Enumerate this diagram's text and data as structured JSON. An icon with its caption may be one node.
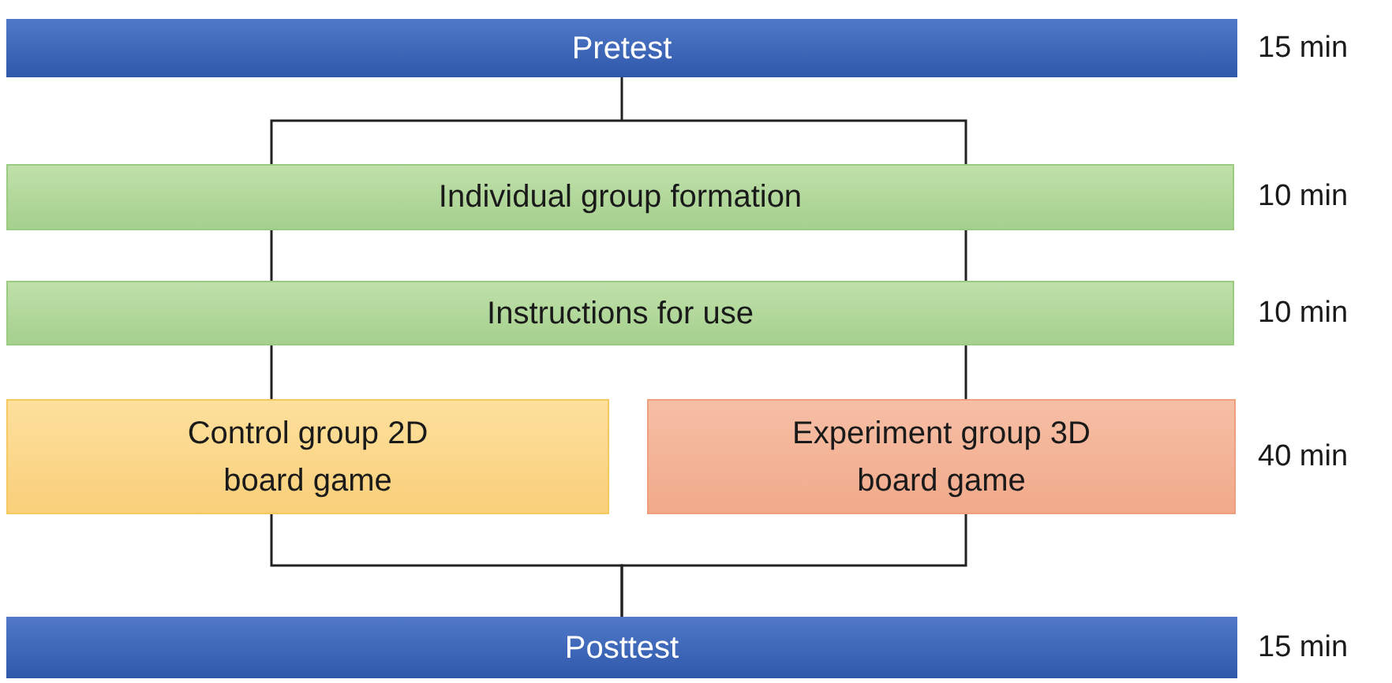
{
  "diagram": {
    "nodes": [
      {
        "text": [
          "Pretest"
        ],
        "beside": [
          "15 min"
        ]
      },
      {
        "text": [
          "Individual group formation"
        ],
        "beside": [
          "10 min"
        ]
      },
      {
        "text": [
          "Instructions for use"
        ],
        "beside": [
          "10 min"
        ]
      },
      {
        "text": [
          "Control group 2D board game"
        ]
      },
      {
        "text": [
          "Experiment group 3D board game"
        ],
        "beside": [
          "40 min"
        ]
      },
      {
        "text": [
          "Posttest"
        ],
        "beside": [
          "15 min"
        ]
      }
    ],
    "edges": [
      {
        "from": 0,
        "to": 1,
        "arrow": "none"
      },
      {
        "from": 1,
        "to": 2,
        "arrow": "none"
      },
      {
        "from": 2,
        "to": 3,
        "arrow": "none"
      },
      {
        "from": 2,
        "to": 4,
        "arrow": "none"
      },
      {
        "from": 3,
        "to": 5,
        "arrow": "none"
      },
      {
        "from": 4,
        "to": 5,
        "arrow": "none"
      }
    ]
  }
}
